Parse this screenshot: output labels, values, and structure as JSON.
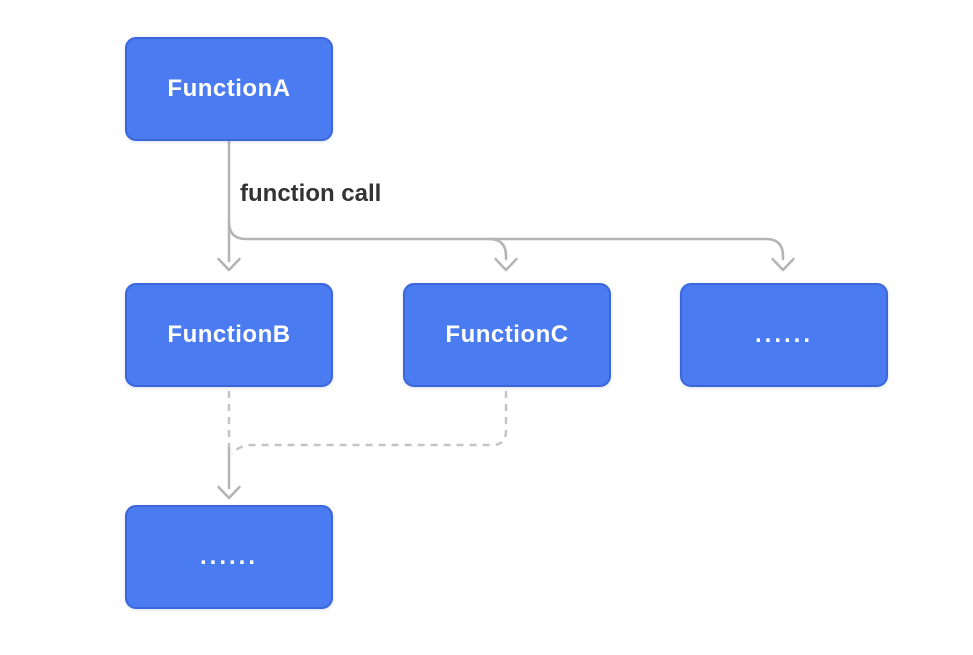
{
  "diagram": {
    "edge_label": "function call",
    "nodes": {
      "function_a": {
        "label": "FunctionA"
      },
      "function_b": {
        "label": "FunctionB"
      },
      "function_c": {
        "label": "FunctionC"
      },
      "more_callees": {
        "label": "......"
      },
      "more_nested": {
        "label": "......"
      }
    },
    "colors": {
      "background": "#ffffff",
      "node_fill": "#4a7bf0",
      "node_border": "#3c66d9",
      "node_text": "#ffffff",
      "connector": "#b4b4b4",
      "dashed_connector": "#c4c4c4",
      "label_text": "#333333"
    }
  }
}
